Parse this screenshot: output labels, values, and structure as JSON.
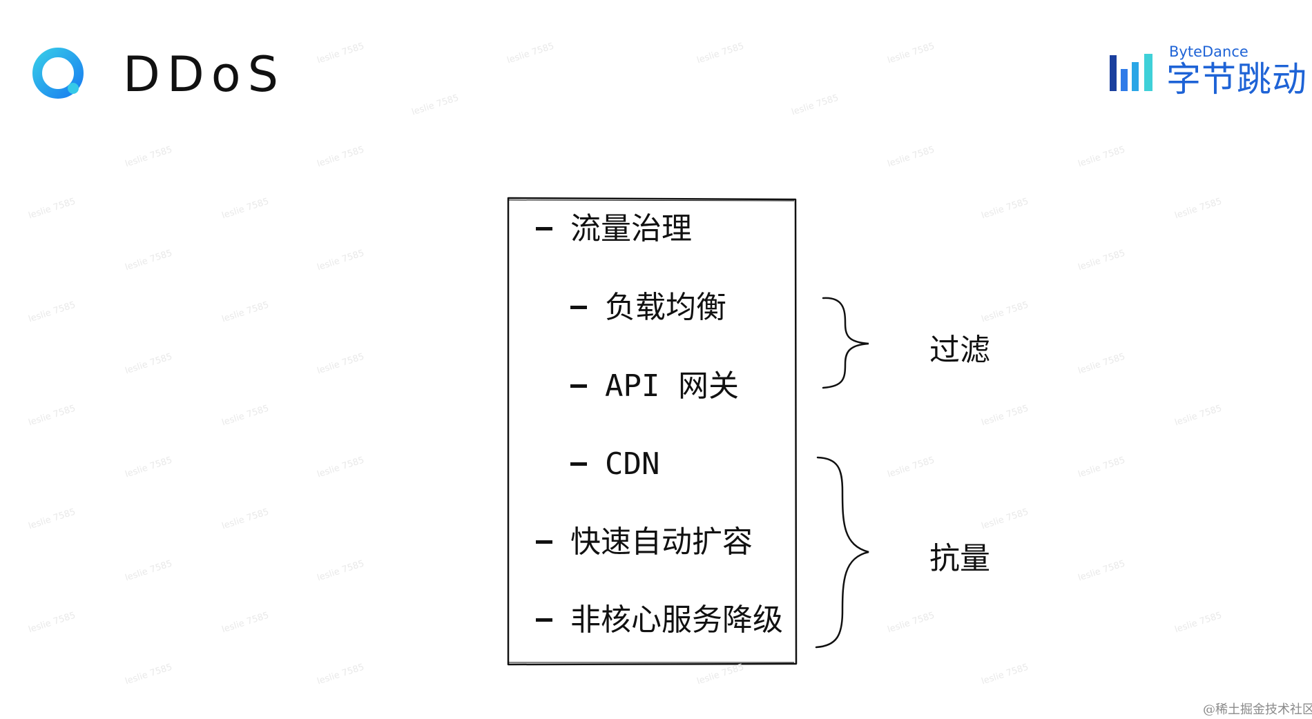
{
  "header": {
    "title": "DDoS",
    "brand_en": "ByteDance",
    "brand_cn": "字节跳动"
  },
  "colors": {
    "app_logo_primary": "#1a9bf0",
    "app_logo_secondary": "#36c9e8",
    "brand_blue": "#1e63d6",
    "ink": "#111111",
    "watermark": "#e9e9e9"
  },
  "icons": {
    "app_logo": "ring-logo-icon",
    "brand_mark": "bar-chart-logo-icon"
  },
  "diagram": {
    "items": [
      {
        "label": "流量治理",
        "level": 1
      },
      {
        "label": "负载均衡",
        "level": 2
      },
      {
        "label": "API 网关",
        "level": 2
      },
      {
        "label": "CDN",
        "level": 2
      },
      {
        "label": "快速自动扩容",
        "level": 1
      },
      {
        "label": "非核心服务降级",
        "level": 1
      }
    ],
    "groups": [
      {
        "label": "过滤"
      },
      {
        "label": "抗量"
      }
    ]
  },
  "watermark_text": "leslie 7585",
  "footer": {
    "credit": "@稀土掘金技术社区"
  }
}
